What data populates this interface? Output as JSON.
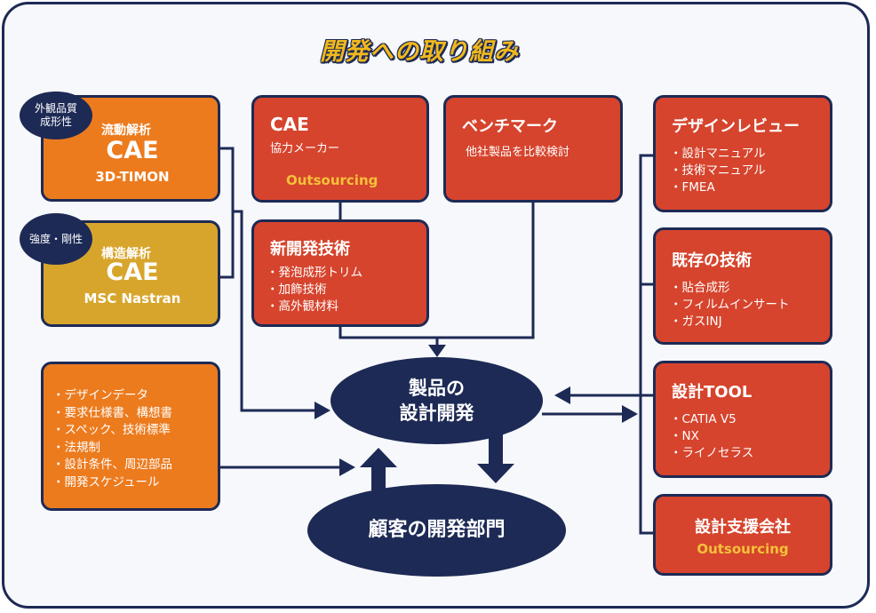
{
  "title": "開発への取り組み",
  "cae_flow": {
    "label": "流動解析",
    "main": "CAE",
    "sub": "3D-TIMON",
    "badge": [
      "外観品質",
      "成形性"
    ]
  },
  "cae_struct": {
    "label": "構造解析",
    "main": "CAE",
    "sub": "MSC Nastran",
    "badge": [
      "強度・剛性"
    ]
  },
  "requirements": {
    "items": [
      "デザインデータ",
      "要求仕様書、構想書",
      "スペック、技術標準",
      "法規制",
      "設計条件、周辺部品",
      "開発スケジュール"
    ]
  },
  "cae_partner": {
    "title": "CAE",
    "sub": "協力メーカー",
    "accent": "Outsourcing"
  },
  "benchmark": {
    "title": "ベンチマーク",
    "sub": "他社製品を比較検討"
  },
  "new_tech": {
    "title": "新開発技術",
    "items": [
      "発泡成形トリム",
      "加飾技術",
      "高外観材料"
    ]
  },
  "design_review": {
    "title": "デザインレビュー",
    "items": [
      "設計マニュアル",
      "技術マニュアル",
      "FMEA"
    ]
  },
  "existing_tech": {
    "title": "既存の技術",
    "items": [
      "貼合成形",
      "フィルムインサート",
      "ガスINJ"
    ]
  },
  "design_tool": {
    "title": "設計TOOL",
    "items": [
      "CATIA V5",
      "NX",
      "ライノセラス"
    ]
  },
  "design_support": {
    "title": "設計支援会社",
    "accent": "Outsourcing"
  },
  "product_dev": {
    "lines": [
      "製品の",
      "設計開発"
    ]
  },
  "customer_dev": {
    "label": "顧客の開発部門"
  },
  "colors": {
    "navy": "#1d2a55",
    "orange": "#ec7b1e",
    "mustard": "#d8a52c",
    "red": "#d6442d",
    "gold": "#f0b81c"
  }
}
